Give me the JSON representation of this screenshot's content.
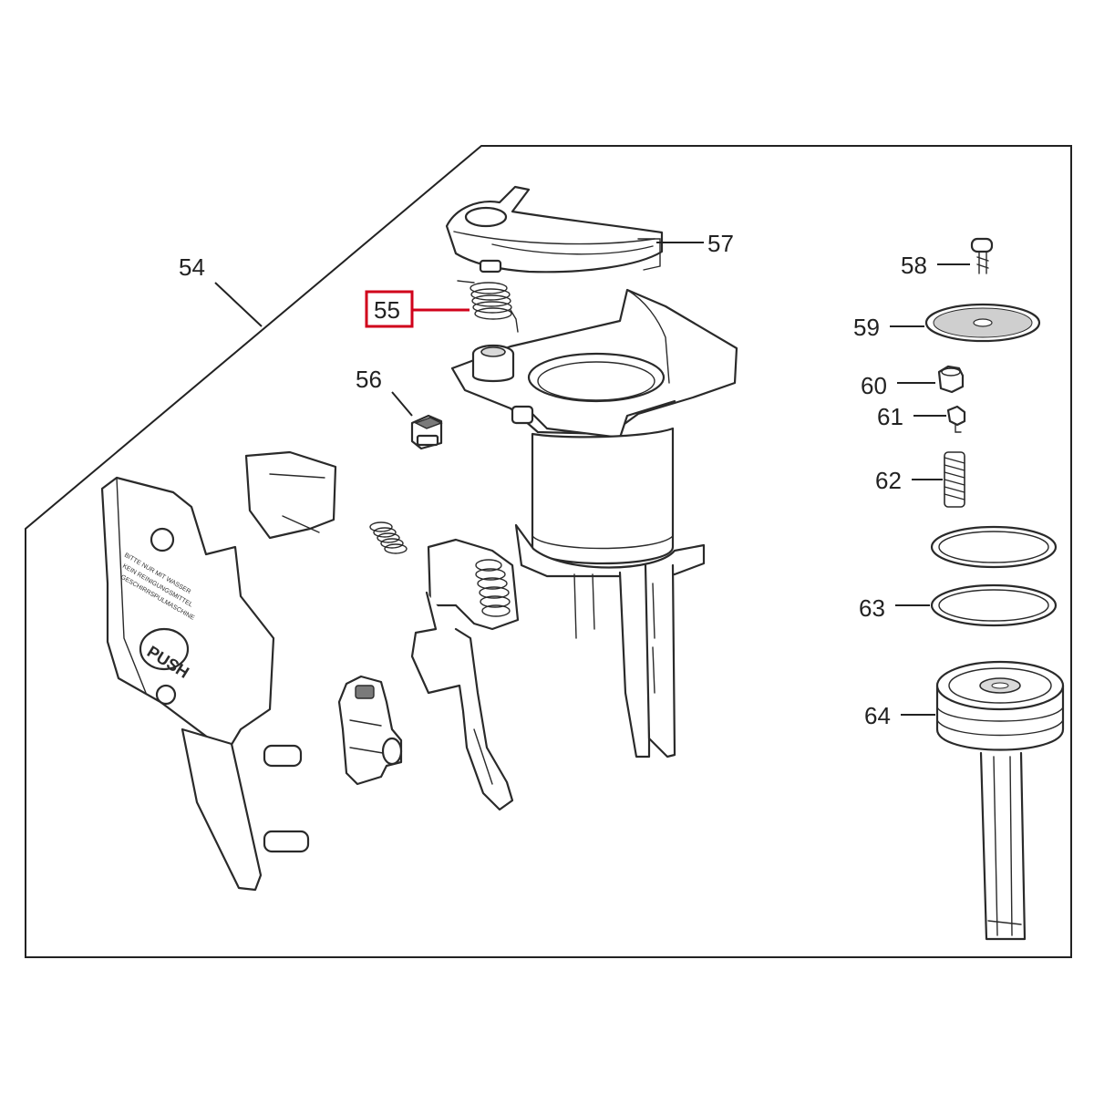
{
  "callouts": {
    "c54": "54",
    "c55": "55",
    "c56": "56",
    "c57": "57",
    "c58": "58",
    "c59": "59",
    "c60": "60",
    "c61": "61",
    "c62": "62",
    "c63": "63",
    "c64": "64"
  },
  "labels": {
    "push": "PUSH"
  },
  "highlight": {
    "callout": "55",
    "color": "#d0021b"
  },
  "colors": {
    "line": "#2a2a2a",
    "highlight": "#d0021b"
  }
}
